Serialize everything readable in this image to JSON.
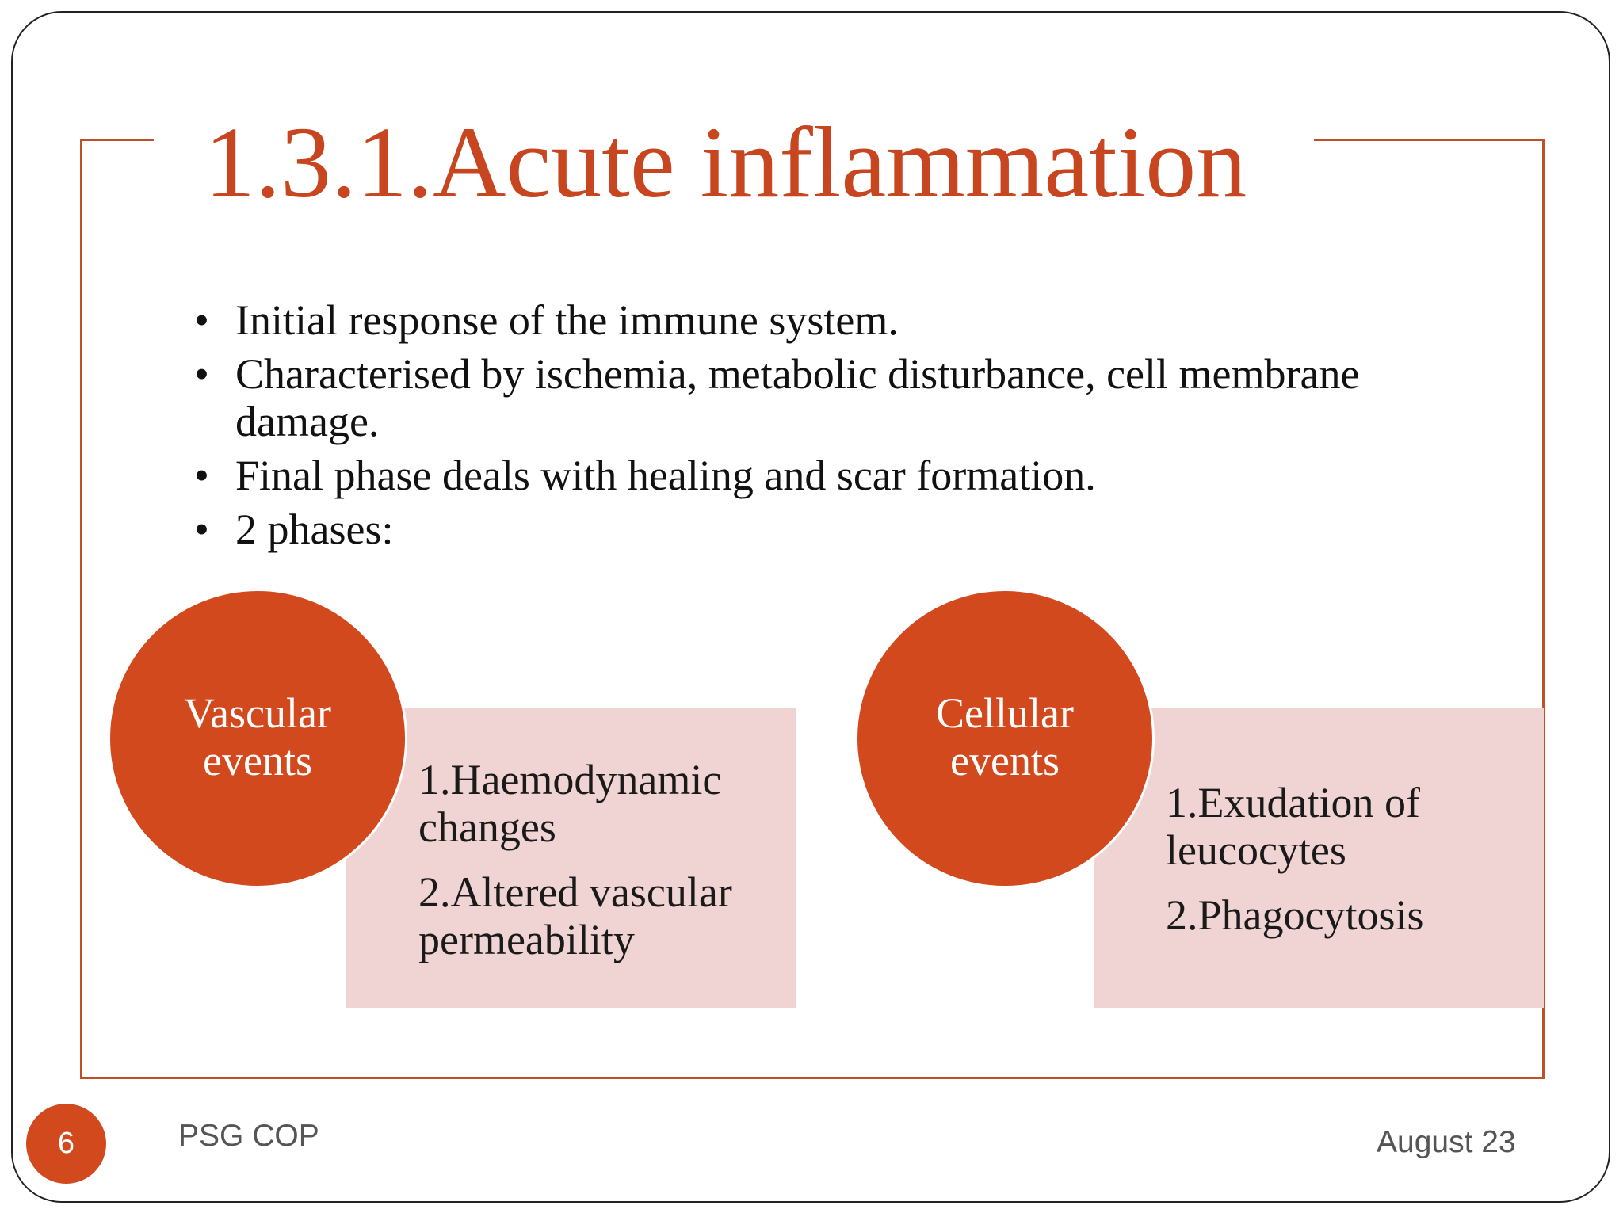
{
  "slide": {
    "title": "1.3.1.Acute inflammation",
    "bullet_symbol": "•",
    "bullets": [
      "Initial response  of the immune system.",
      "Characterised by ischemia, metabolic disturbance, cell membrane damage.",
      "Final phase deals with healing and scar formation.",
      "2 phases:"
    ],
    "phases": [
      {
        "label_line1": "Vascular",
        "label_line2": "events",
        "items": [
          "1.Haemodynamic changes",
          "2.Altered vascular permeability"
        ]
      },
      {
        "label_line1": "Cellular",
        "label_line2": "events",
        "items": [
          "1.Exudation of leucocytes",
          "2.Phagocytosis"
        ]
      }
    ]
  },
  "footer": {
    "slide_number": "6",
    "organization": "PSG COP",
    "date": "August 23"
  },
  "colors": {
    "accent": "#d2491d",
    "title": "#c8461f",
    "frame": "#c0502a",
    "detail_box": "#f0d3d3"
  }
}
